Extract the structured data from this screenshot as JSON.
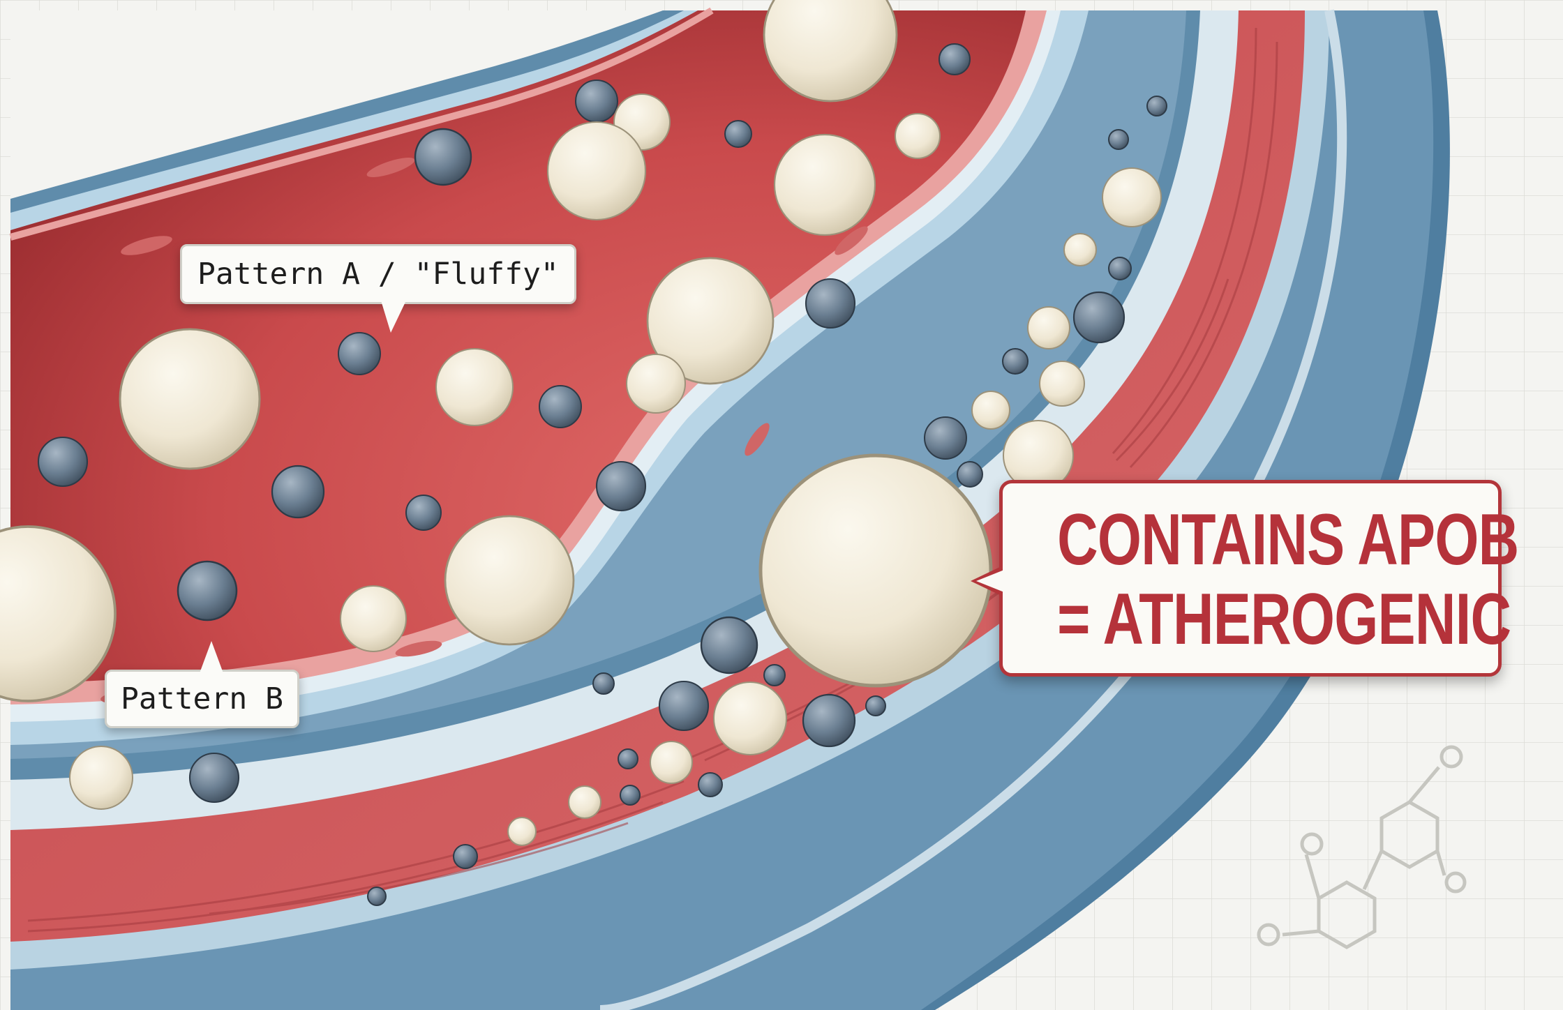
{
  "labels": {
    "pattern_a": "Pattern A / \"Fluffy\"",
    "pattern_b": "Pattern B",
    "apob_line1": "CONTAINS APOB",
    "apob_line2": "= ATHEROGENIC"
  },
  "colors": {
    "background": "#f4f4f1",
    "lumen_dark": "#8c2327",
    "lumen_light": "#d8585a",
    "intima_blue": "#a9cce0",
    "subendothelial_blue": "#5f8cab",
    "media_muscle": "#c65456",
    "adventitia_blue": "#4f7ea0",
    "large_particle": "#efe7d3",
    "small_particle": "#6b7f92",
    "callout_accent": "#b3353a"
  },
  "icons": [
    "molecule-icon-top-left",
    "chemical-structure-icon-bottom-right"
  ]
}
